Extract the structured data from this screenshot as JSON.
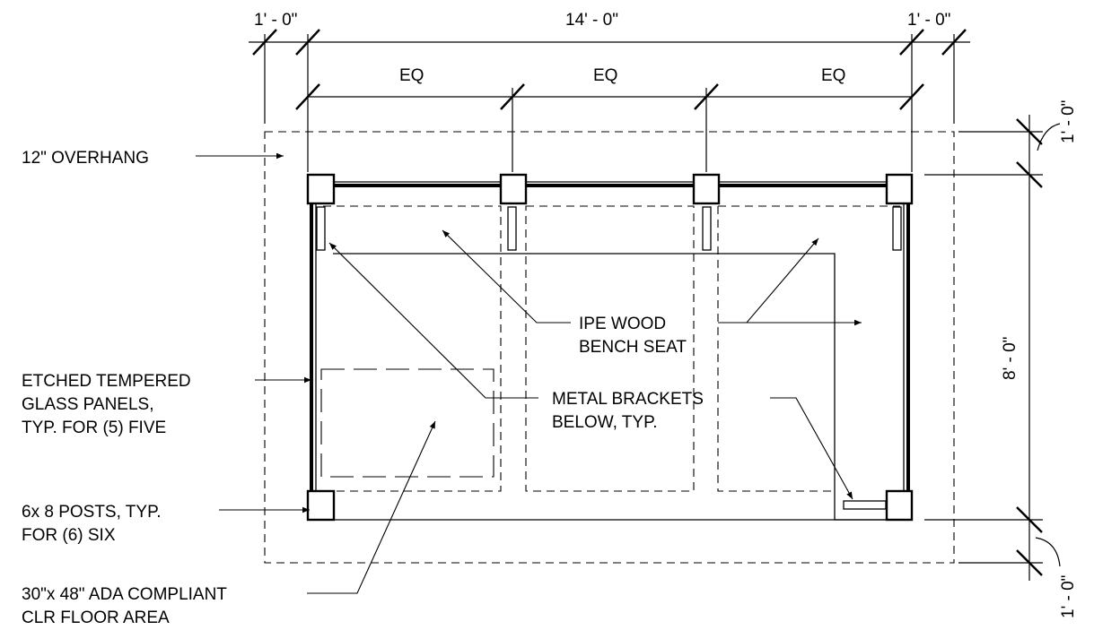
{
  "dimensions": {
    "left_overhang": "1' - 0\"",
    "overall_length": "14' - 0\"",
    "right_overhang": "1' - 0\"",
    "bay_1": "EQ",
    "bay_2": "EQ",
    "bay_3": "EQ",
    "top_overhang": "1' - 0\"",
    "depth": "8' - 0\"",
    "bottom_overhang": "1' - 0\""
  },
  "callouts": {
    "overhang": "12\" OVERHANG",
    "bench_line1": "IPE WOOD",
    "bench_line2": "BENCH SEAT",
    "glass_line1": "ETCHED TEMPERED",
    "glass_line2": "GLASS PANELS,",
    "glass_line3": "TYP. FOR (5) FIVE",
    "brackets_line1": "METAL BRACKETS",
    "brackets_line2": "BELOW, TYP.",
    "posts_line1": "6x 8 POSTS, TYP.",
    "posts_line2": "FOR (6) SIX",
    "ada_line1": "30\"x 48\" ADA COMPLIANT",
    "ada_line2": "CLR FLOOR AREA"
  }
}
